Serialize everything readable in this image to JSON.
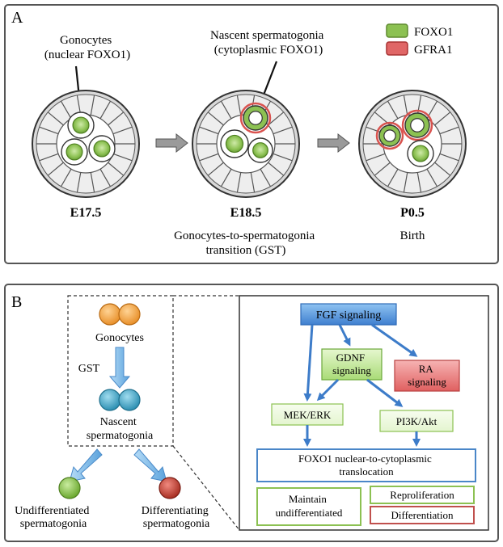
{
  "panel_a": {
    "label": "A",
    "gonocytes_label": [
      "Gonocytes",
      "(nuclear FOXO1)"
    ],
    "nascent_label": [
      "Nascent spermatogonia",
      "(cytoplasmic FOXO1)"
    ],
    "legend": [
      {
        "text": "FOXO1",
        "color": "#8cc152",
        "border": "#5e8a2f"
      },
      {
        "text": "GFRA1",
        "color": "#e06666",
        "border": "#a83232"
      }
    ],
    "stages": [
      {
        "label": "E17.5",
        "caption": []
      },
      {
        "label": "E18.5",
        "caption": [
          "Gonocytes-to-spermatogonia",
          "transition (GST)"
        ]
      },
      {
        "label": "P0.5",
        "caption": [
          "Birth"
        ]
      }
    ]
  },
  "panel_b": {
    "label": "B",
    "gonocytes": "Gonocytes",
    "gst": "GST",
    "nascent": [
      "Nascent",
      "spermatogonia"
    ],
    "undiff": [
      "Undifferentiated",
      "spermatogonia"
    ],
    "diff": [
      "Differentiating",
      "spermatogonia"
    ],
    "fgf": "FGF signaling",
    "gdnf": [
      "GDNF",
      "signaling"
    ],
    "ra": [
      "RA",
      "signaling"
    ],
    "mek": "MEK/ERK",
    "pi3k": "PI3K/Akt",
    "foxo1": [
      "FOXO1 nuclear-to-cytoplasmic",
      "translocation"
    ],
    "maintain": [
      "Maintain",
      "undifferentiated"
    ],
    "reprolif": "Reproliferation",
    "differentiation": "Differentiation"
  },
  "colors": {
    "foxo1_green": "#8cc152",
    "gfra1_red": "#d9534f",
    "gonocyte_orange": "#f0a040",
    "nascent_teal": "#3aa0c0",
    "undiff_green": "#7cb83e",
    "diff_red": "#c0392b",
    "fgf_blue": "#4a90d9",
    "gdnf_green": "#b6e08a",
    "ra_red": "#e06060"
  }
}
